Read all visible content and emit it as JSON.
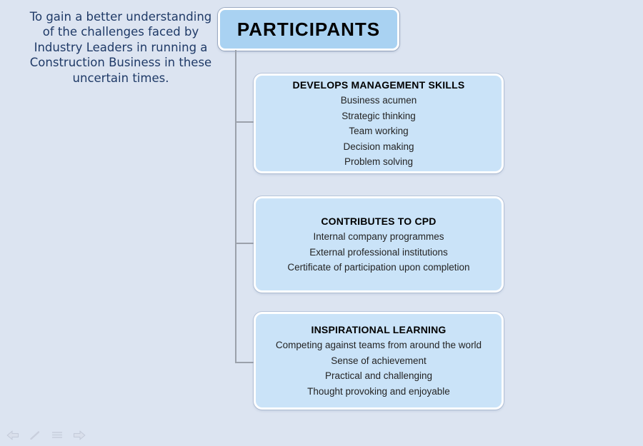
{
  "slide": {
    "mission_text": "To gain a better understanding of the challenges faced by Industry Leaders in running a Construction Business in these uncertain times.",
    "root_label": "PARTICIPANTS",
    "branches": [
      {
        "title": "DEVELOPS MANAGEMENT SKILLS",
        "items": [
          "Business acumen",
          "Strategic thinking",
          "Team working",
          "Decision making",
          "Problem solving"
        ]
      },
      {
        "title": "CONTRIBUTES TO CPD",
        "items": [
          "Internal company programmes",
          "External professional institutions",
          "Certificate of participation upon completion"
        ]
      },
      {
        "title": "INSPIRATIONAL LEARNING",
        "items": [
          "Competing against teams from around the world",
          "Sense of achievement",
          "Practical and challenging",
          "Thought provoking and enjoyable"
        ]
      }
    ],
    "nav": {
      "icons": [
        "previous-slide-icon",
        "pen-tool-icon",
        "slide-menu-icon",
        "next-slide-icon"
      ]
    },
    "colors": {
      "background": "#dce4f1",
      "root_fill": "#a9d2f2",
      "node_fill": "#cae3f8",
      "node_border": "#ffffff",
      "connector": "#9ba1ab",
      "mission_text": "#1f3a67",
      "title_text": "#000000",
      "body_text": "#242424"
    }
  }
}
